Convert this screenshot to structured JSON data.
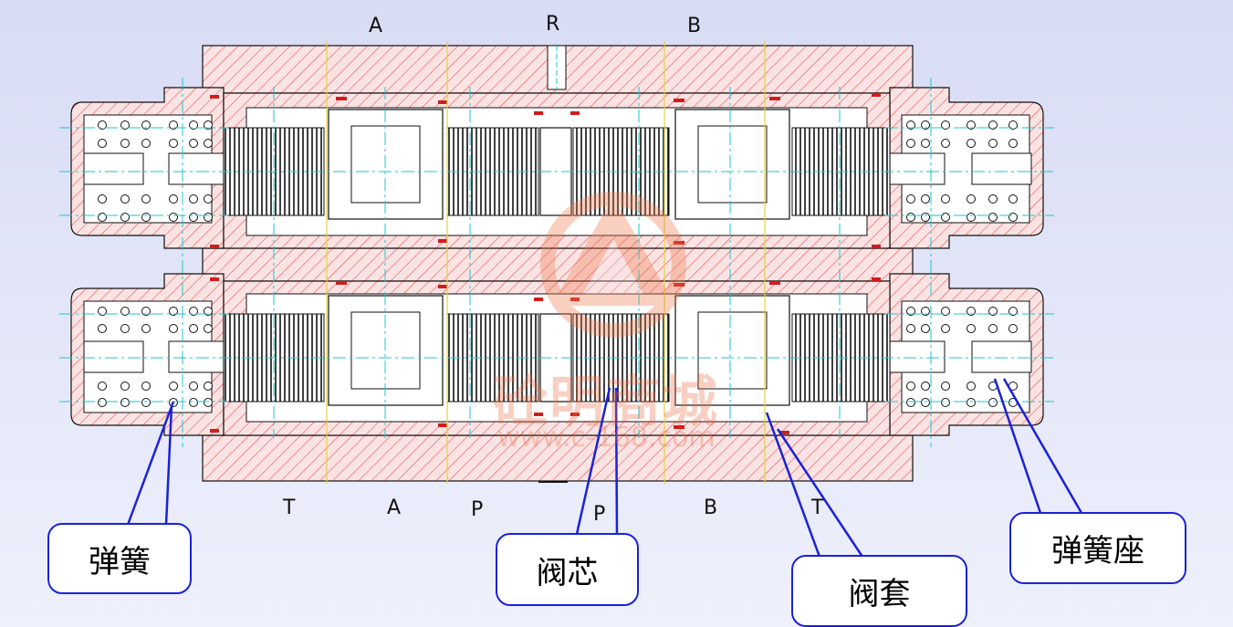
{
  "ports_top": {
    "a": "A",
    "r": "R",
    "b": "B"
  },
  "ports_bottom": {
    "t1": "T",
    "a": "A",
    "p1": "P",
    "p2": "P",
    "b": "B",
    "t2": "T"
  },
  "callouts": {
    "spring": "弹簧",
    "spool": "阀芯",
    "sleeve": "阀套",
    "spring_seat": "弹簧座"
  },
  "watermark": {
    "name": "砼明商城",
    "url": "www.c-168.com"
  },
  "colors": {
    "hatch": "#e8484a",
    "hatch_fill": "#fbe3e3",
    "outline": "#111111",
    "centerline": "#19c6d2",
    "callout_border": "#1a22d8",
    "leader": "#1a22d8",
    "yellow_line": "#e6d23a"
  }
}
